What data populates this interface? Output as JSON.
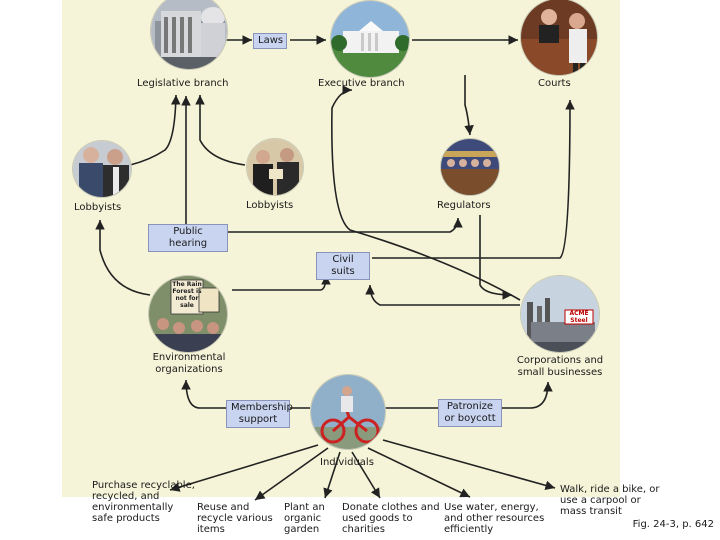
{
  "nodes": {
    "legislative": "Legislative branch",
    "executive": "Executive branch",
    "courts": "Courts",
    "lobbyists_left": "Lobbyists",
    "lobbyists_center": "Lobbyists",
    "regulators": "Regulators",
    "env_orgs": "Environmental organizations",
    "corporations": "Corporations and small businesses",
    "individuals": "Individuals"
  },
  "boxes": {
    "laws": "Laws",
    "public_hearing": "Public hearing",
    "civil_suits": "Civil suits",
    "membership": "Membership support",
    "patronize": "Patronize or boycott"
  },
  "sign_text": "The Rain Forest is not for sale",
  "acme_text": "ACME Steel",
  "actions": [
    "Purchase recyclable, recycled, and environmentally safe products",
    "Reuse and recycle various items",
    "Plant an organic garden",
    "Donate clothes and used goods to charities",
    "Use water, energy, and other resources efficiently",
    "Walk, ride a bike, or use a carpool or mass transit"
  ],
  "caption": "Fig. 24-3, p. 642",
  "colors": {
    "background": "#f5f4d8",
    "box_fill": "#c8d4f0",
    "arrow": "#222222"
  }
}
